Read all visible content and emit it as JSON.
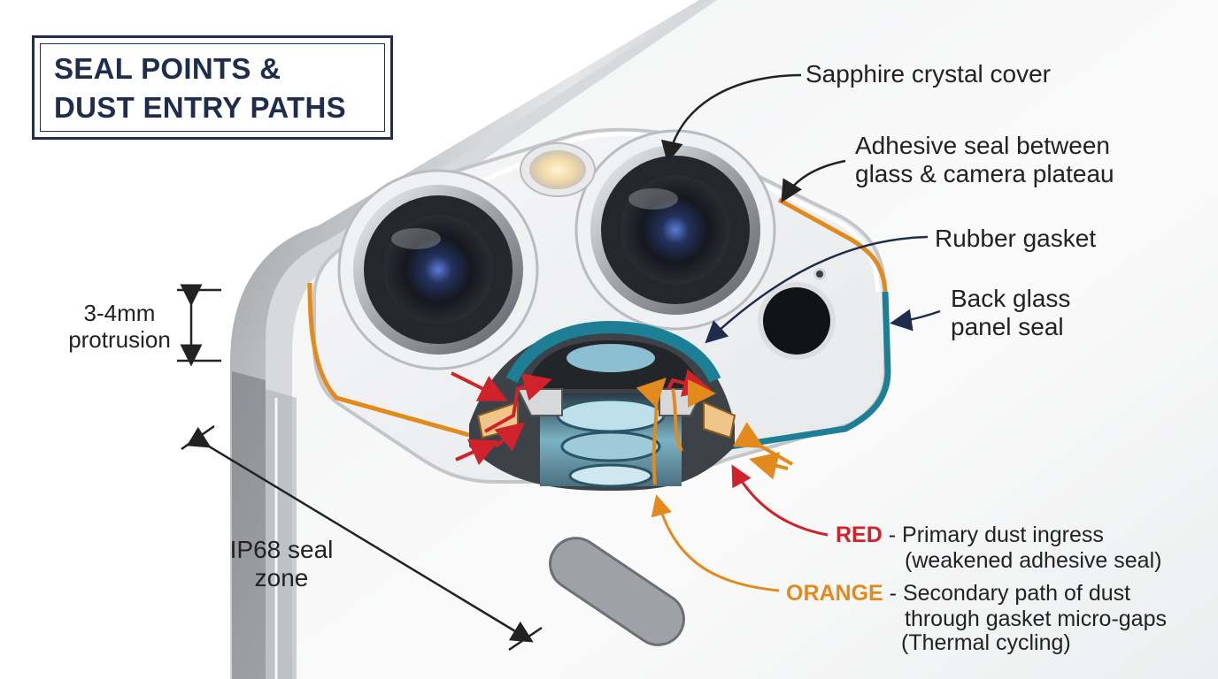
{
  "title": {
    "line1": "SEAL POINTS &",
    "line2": "DUST ENTRY PATHS"
  },
  "callouts": {
    "sapphire": "Sapphire crystal cover",
    "adhesive_line1": "Adhesive seal between",
    "adhesive_line2": "glass & camera plateau",
    "gasket": "Rubber gasket",
    "back_line1": "Back glass",
    "back_line2": "panel seal",
    "protrusion_line1": "3-4mm",
    "protrusion_line2": "protrusion",
    "ip68_line1": "IP68 seal",
    "ip68_line2": "zone"
  },
  "legend": {
    "red_keyword": "RED",
    "red_line1": " - Primary dust ingress",
    "red_line2": "(weakened adhesive seal)",
    "orange_keyword": "ORANGE",
    "orange_line1": " - Secondary path of dust",
    "orange_line2": "through gasket micro-gaps",
    "orange_line3": "(Thermal cycling)"
  },
  "colors": {
    "red_path": "#d0222a",
    "orange_path": "#e28a1c",
    "teal_seal": "#1d7f96",
    "title_navy": "#1f2d4d",
    "phone_silver": "#c9ccd0"
  },
  "icons": [
    "phone-body",
    "camera-plateau",
    "camera-lens",
    "flash",
    "lidar-sensor",
    "microphone-hole",
    "side-button"
  ]
}
